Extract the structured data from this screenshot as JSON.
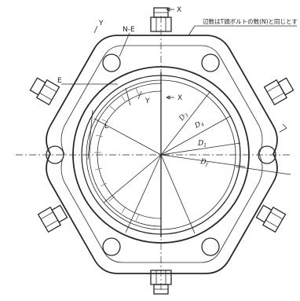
{
  "labels": {
    "section_x_top": "X",
    "section_y_top": "Y",
    "section_x_mid": "X",
    "section_y_mid": "Y",
    "hole_count": "N-E",
    "dim_e": "E",
    "dim_l": "L",
    "dim_ds": "D",
    "dim_ds_sub": "3",
    "dim_d4": "D",
    "dim_d4_sub": "4",
    "dim_d1": "D",
    "dim_d1_sub": "1",
    "dim_df": "D",
    "dim_df_sub": "f"
  },
  "note": "辺数はT頭ボルトの数(N)と同じとす"
}
